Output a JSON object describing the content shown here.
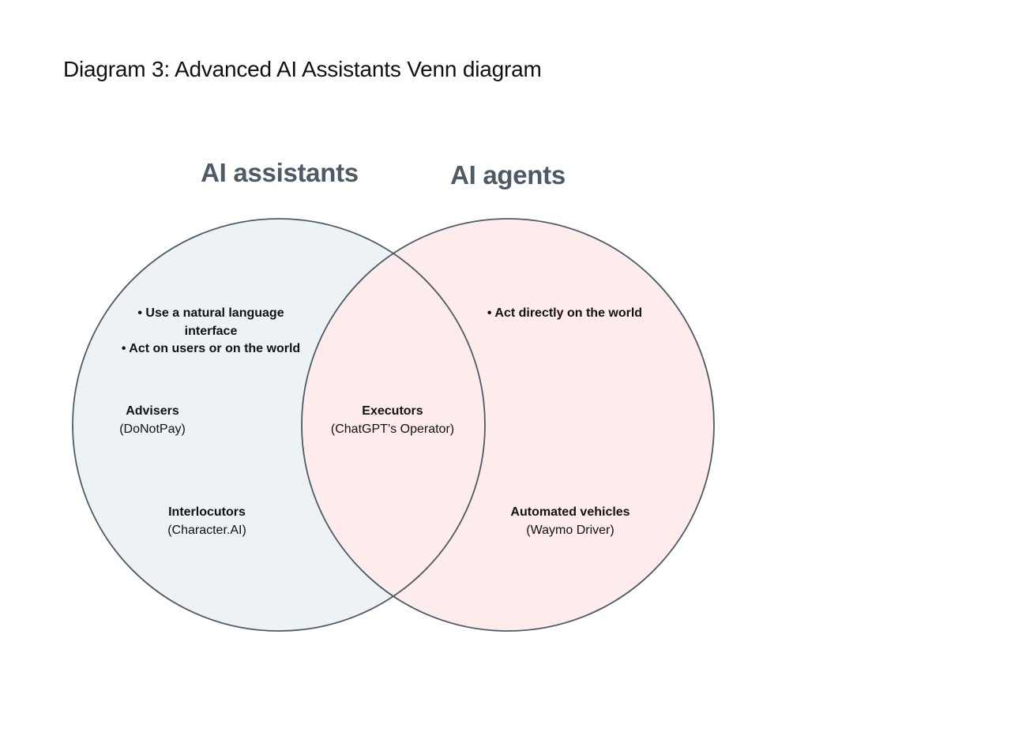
{
  "title": "Diagram 3: Advanced AI Assistants Venn diagram",
  "sets": {
    "left": {
      "heading": "AI assistants",
      "fill": "#edf2f4",
      "bullets": [
        "• Use a natural language",
        "interface",
        "• Act on users or on the world"
      ]
    },
    "right": {
      "heading": "AI agents",
      "fill": "#fdeceb",
      "bullets": [
        "• Act directly on the world"
      ]
    }
  },
  "stroke_color": "#4e5a66",
  "regions": {
    "advisers": {
      "name": "Advisers",
      "example": "(DoNotPay)"
    },
    "interlocutors": {
      "name": "Interlocutors",
      "example": "(Character.AI)"
    },
    "executors": {
      "name": "Executors",
      "example": "(ChatGPT’s Operator)"
    },
    "automated_vehicles": {
      "name": "Automated vehicles",
      "example": "(Waymo Driver)"
    }
  }
}
